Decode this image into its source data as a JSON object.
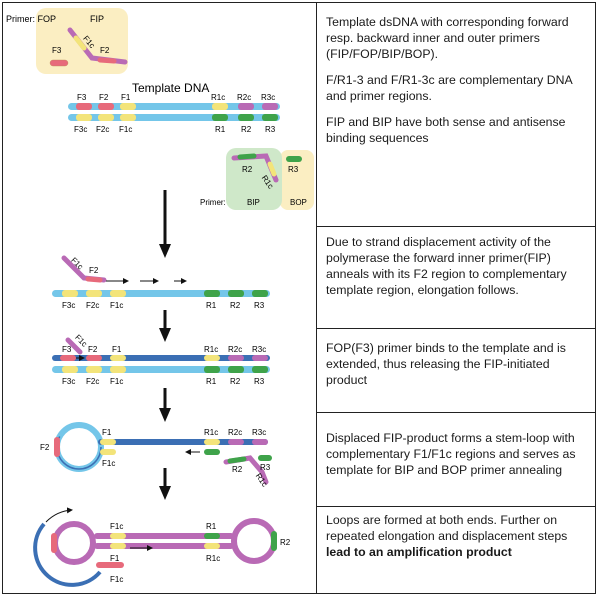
{
  "labels": {
    "primer_fop": "Primer:  FOP",
    "fip": "FIP",
    "f3": "F3",
    "f2": "F2",
    "f1": "F1",
    "f1c": "F1c",
    "f2c": "F2c",
    "f3c": "F3c",
    "r1": "R1",
    "r2": "R2",
    "r3": "R3",
    "r1c": "R1c",
    "r2c": "R2c",
    "r3c": "R3c",
    "template_dna": "Template DNA",
    "primer_bip": "Primer:",
    "bip": "BIP",
    "bop": "BOP"
  },
  "steps": [
    {
      "paragraphs": [
        "Template dsDNA with corresponding forward resp. backward inner and outer primers (FIP/FOP/BIP/BOP).",
        "F/R1-3 and F/R1-3c are complementary DNA and primer regions.",
        "FIP and BIP have both sense and antisense binding sequences"
      ]
    },
    {
      "paragraphs": [
        "Due to strand displacement activity of the polymerase the forward inner primer(FIP) anneals with its F2 region to complementary template region, elongation follows."
      ]
    },
    {
      "paragraphs": [
        "FOP(F3) primer binds to the template and is extended, thus releasing the FIP-initiated product"
      ]
    },
    {
      "paragraphs": [
        "Displaced FIP-product forms a stem-loop with complementary F1/F1c regions and serves as template for BIP and BOP primer annealing"
      ]
    },
    {
      "paragraphs": [
        "Loops are formed at both ends. Further on repeated elongation and displacement steps"
      ],
      "bold": "lead to an amplification product"
    }
  ],
  "colors": {
    "dna_blue": "#74c6e9",
    "primer_purple": "#b96ab5",
    "region_red": "#e76a7b",
    "region_yellow": "#f3e47a",
    "region_green": "#3fa34a",
    "primer_bg_yellow": "#fbeec2",
    "primer_bg_green": "#cfe8c9"
  }
}
